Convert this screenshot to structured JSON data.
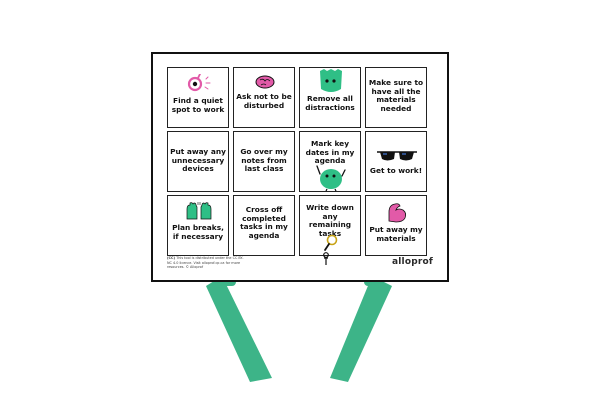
{
  "cards": [
    {
      "label": "Find a quiet spot to work",
      "icon": "ok-hand-icon"
    },
    {
      "label": "Ask not to be disturbed",
      "icon": "brain-icon"
    },
    {
      "label": "Remove all distractions",
      "icon": "green-monster-icon"
    },
    {
      "label": "Make sure to have all the materials needed",
      "icon": ""
    },
    {
      "label": "Put away any unnecessary devices",
      "icon": ""
    },
    {
      "label": "Go over my notes from last class",
      "icon": ""
    },
    {
      "label": "Mark key dates in my agenda",
      "icon": "green-blob-character-icon"
    },
    {
      "label": "Get to work!",
      "icon": "sunglasses-icon"
    },
    {
      "label": "Plan breaks, if necessary",
      "icon": "raised-hands-icon"
    },
    {
      "label": "Cross off completed tasks in my agenda",
      "icon": ""
    },
    {
      "label": "Write down any remaining tasks",
      "icon": "magnifying-glass-icon"
    },
    {
      "label": "Put away my materials",
      "icon": "flexed-bicep-icon"
    }
  ],
  "footer": {
    "lead": "(CC)",
    "text": "This tool is distributed under the CC BY-NC 4.0 licence. Visit alloprof.qc.ca for more resources. © Alloprof"
  },
  "brand": "alloprof",
  "colors": {
    "arm": "#3db488",
    "monster": "#2fbf86",
    "pink": "#e25aa8",
    "dark": "#111111"
  }
}
